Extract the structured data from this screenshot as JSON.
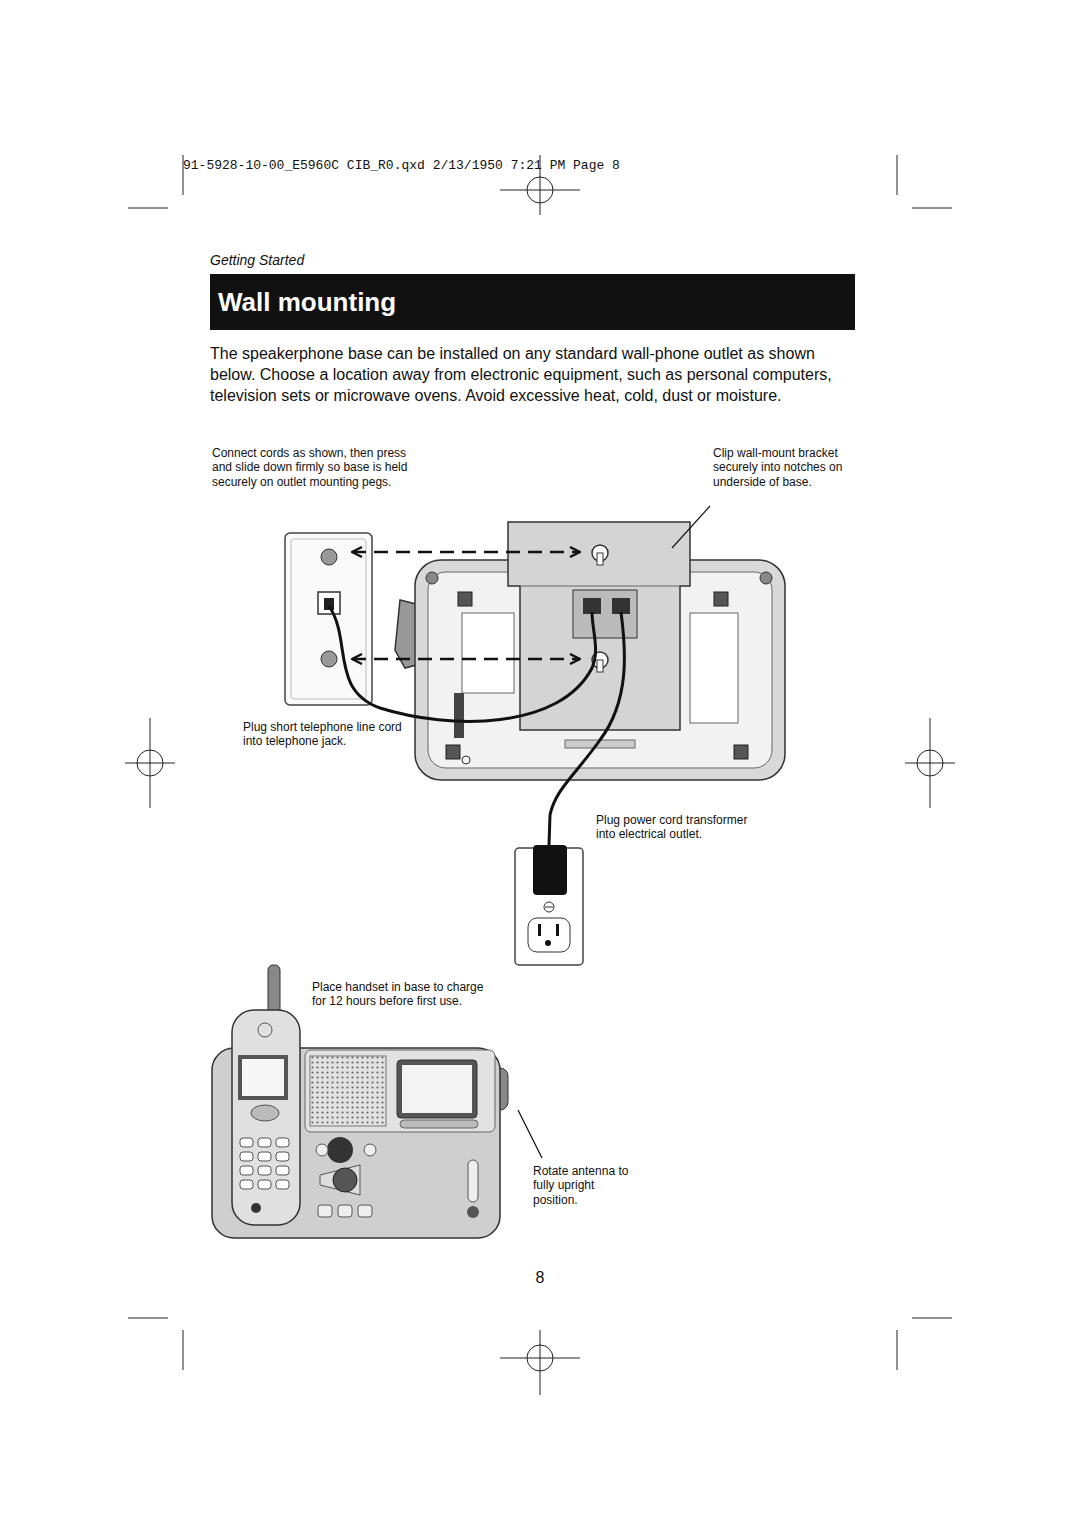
{
  "diagram": {
    "title": "Wall mounting",
    "labels": [
      "91-5928-10-00_E5960C CIB_R0.qxd 2/13/1950 7:21 PM Page 8",
      "Getting Started",
      "The speakerphone base can be installed on any standard wall-phone outlet as shown below. Choose a location away from electronic equipment, such as personal computers, television sets or microwave ovens. Avoid excessive heat, cold, dust or moisture.",
      "Connect cords as shown, then press and slide down firmly so base is held securely on outlet mounting pegs.",
      "Clip wall-mount bracket securely into notches on underside of base.",
      "Plug short telephone line cord into telephone jack.",
      "Plug power cord transformer into electrical outlet.",
      "Place handset in base to charge for 12 hours before first use.",
      "Rotate antenna to fully upright position.",
      "8"
    ]
  }
}
